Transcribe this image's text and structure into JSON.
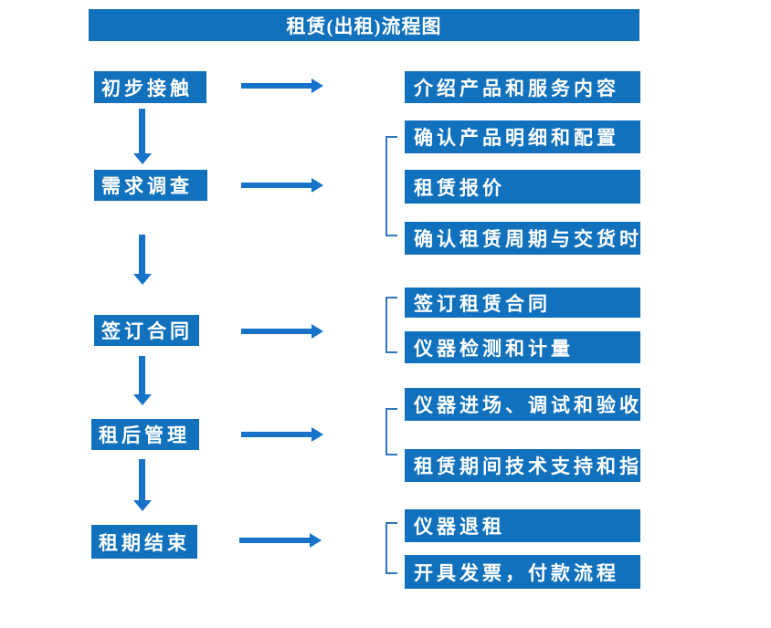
{
  "title": "租赁(出租)流程图",
  "colors": {
    "box_fill": "#1171BD",
    "arrow": "#1673C9",
    "bracket": "#2E76C0",
    "text": "#FFFFFF"
  },
  "stages": [
    {
      "label": "初步接触",
      "outputs": [
        "介绍产品和服务内容"
      ]
    },
    {
      "label": "需求调查",
      "outputs": [
        "确认产品明细和配置",
        "租赁报价",
        "确认租赁周期与交货时间"
      ]
    },
    {
      "label": "签订合同",
      "outputs": [
        "签订租赁合同",
        "仪器检测和计量"
      ]
    },
    {
      "label": "租后管理",
      "outputs": [
        "仪器进场、调试和验收",
        "租赁期间技术支持和指导"
      ]
    },
    {
      "label": "租期结束",
      "outputs": [
        "仪器退租",
        "开具发票，付款流程"
      ]
    }
  ]
}
